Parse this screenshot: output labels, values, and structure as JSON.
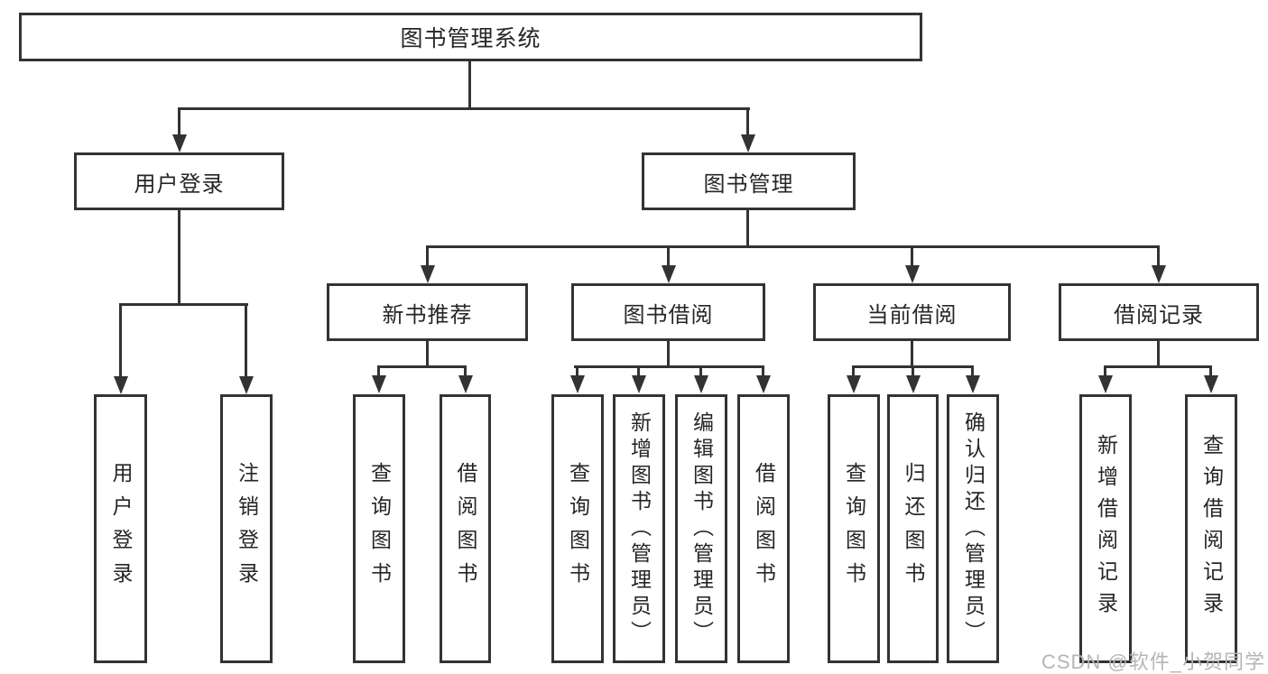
{
  "diagram": {
    "root": {
      "label": "图书管理系统"
    },
    "level2": [
      {
        "label": "用户登录"
      },
      {
        "label": "图书管理"
      }
    ],
    "level3": [
      {
        "label": "新书推荐"
      },
      {
        "label": "图书借阅"
      },
      {
        "label": "当前借阅"
      },
      {
        "label": "借阅记录"
      }
    ],
    "leaves": {
      "login": [
        "用户登录",
        "注销登录"
      ],
      "recommend": [
        "查询图书",
        "借阅图书"
      ],
      "borrow": [
        "查询图书",
        "新增图书（管理员）",
        "编辑图书（管理员）",
        "借阅图书"
      ],
      "current": [
        "查询图书",
        "归还图书",
        "确认归还（管理员）"
      ],
      "records": [
        "新增借阅记录",
        "查询借阅记录"
      ]
    }
  },
  "watermark": {
    "text": "CSDN @软件_小贺同学"
  },
  "colors": {
    "line": "#333333",
    "text": "#262626",
    "watermark": "#b5b5b5",
    "background": "#ffffff"
  }
}
